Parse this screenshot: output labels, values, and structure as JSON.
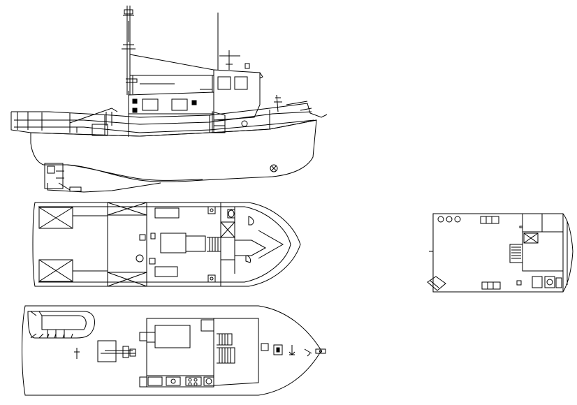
{
  "drawing": {
    "line_color": "#000000",
    "background": "#ffffff",
    "views": [
      {
        "id": "profile",
        "kind": "side-elevation"
      },
      {
        "id": "lower_deck",
        "kind": "lower-deck-plan"
      },
      {
        "id": "main_deck",
        "kind": "main-deck-plan"
      },
      {
        "id": "wheelhouse",
        "kind": "wheelhouse-plan"
      }
    ]
  }
}
